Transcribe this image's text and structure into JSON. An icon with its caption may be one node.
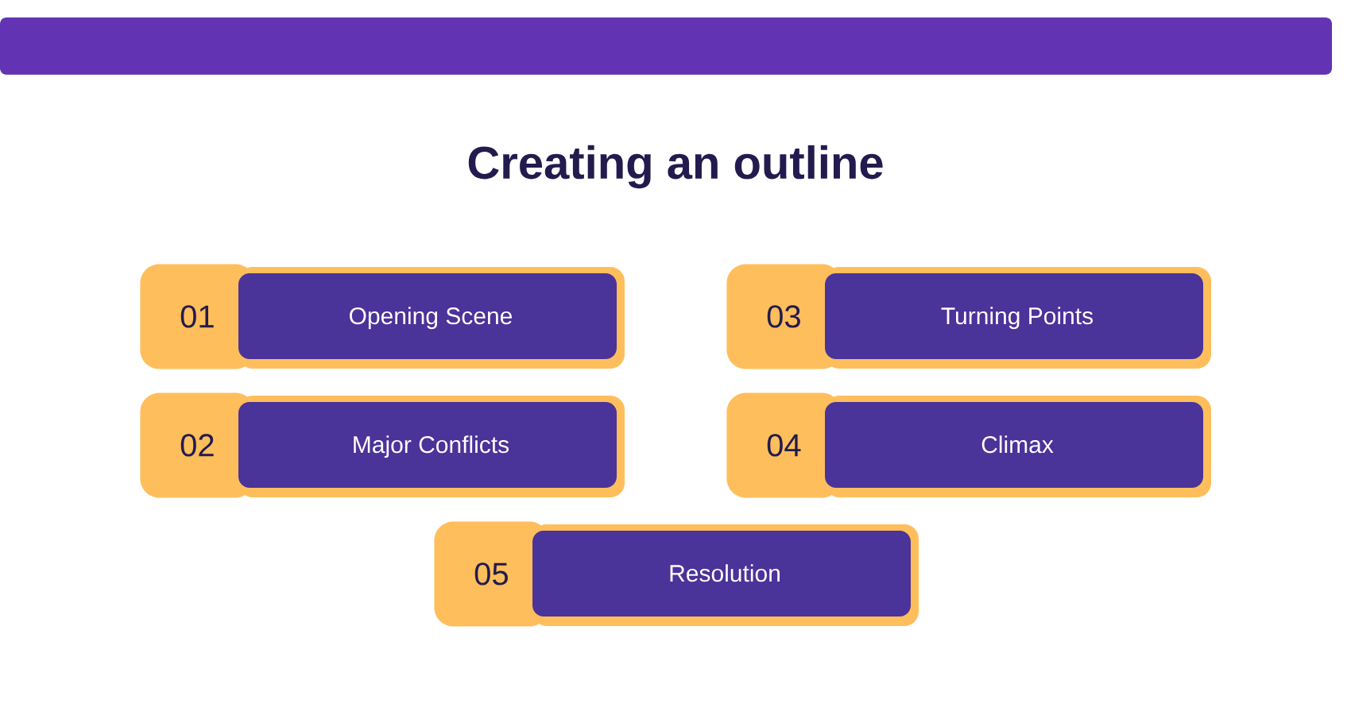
{
  "diagram": {
    "title": "Creating an outline",
    "nodes": [
      {
        "text": [
          "01",
          "Opening Scene"
        ]
      },
      {
        "text": [
          "02",
          "Major Conflicts"
        ]
      },
      {
        "text": [
          "03",
          "Turning Points"
        ]
      },
      {
        "text": [
          "04",
          "Climax"
        ]
      },
      {
        "text": [
          "05",
          "Resolution"
        ]
      }
    ]
  }
}
